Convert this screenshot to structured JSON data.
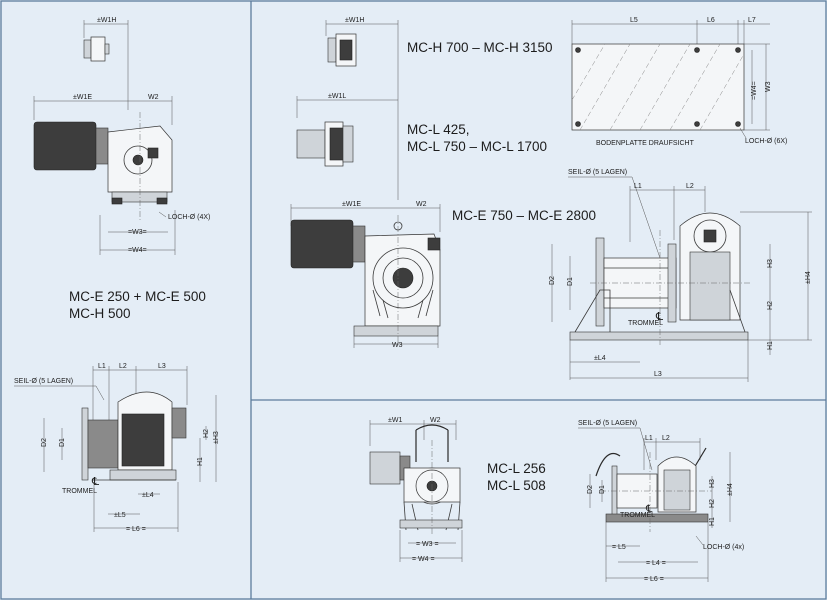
{
  "models": {
    "e250": "MC-E 250 + MC-E 500",
    "h500": "MC-H 500",
    "h700": "MC-H 700 – MC-H 3150",
    "l425": "MC-L 425,",
    "l750": "MC-L 750 – MC-L 1700",
    "e750": "MC-E 750 – MC-E 2800",
    "l256": "MC-L 256",
    "l508": "MC-L 508"
  },
  "labels": {
    "w1h": "±W1H",
    "w1e": "±W1E",
    "w1l": "±W1L",
    "w1": "±W1",
    "w2": "W2",
    "w3": "W3",
    "w3eq": "= W3 =",
    "w4eq": "= W4 =",
    "w4v": "=W4=",
    "w3v": "W3",
    "w3short": "=W3=",
    "w4short": "=W4=",
    "loch4x": "LOCH-Ø (4X)",
    "loch6x": "LOCH-Ø (6X)",
    "loch4x_small": "LOCH-Ø (4x)",
    "bodenplatte": "BODENPLATTE DRAUFSICHT",
    "seil": "SEIL-Ø (5 LAGEN)",
    "trommel": "TROMMEL",
    "l1": "L1",
    "l2": "L2",
    "l3": "L3",
    "l5": "L5",
    "l6": "L6",
    "l7": "L7",
    "pm_l4": "±L4",
    "pm_l5": "±L5",
    "l6eq": "= L6 =",
    "l4eq": "= L4 =",
    "l5eq": "= L5",
    "l6eq_b": "= L6 =",
    "l4eq_b": "= L4 =",
    "d1": "D1",
    "d2": "D2",
    "h1": "H1",
    "h2": "H2",
    "h3": "H3",
    "h4": "±H4",
    "h3pm": "±H3",
    "cl": "℄"
  }
}
